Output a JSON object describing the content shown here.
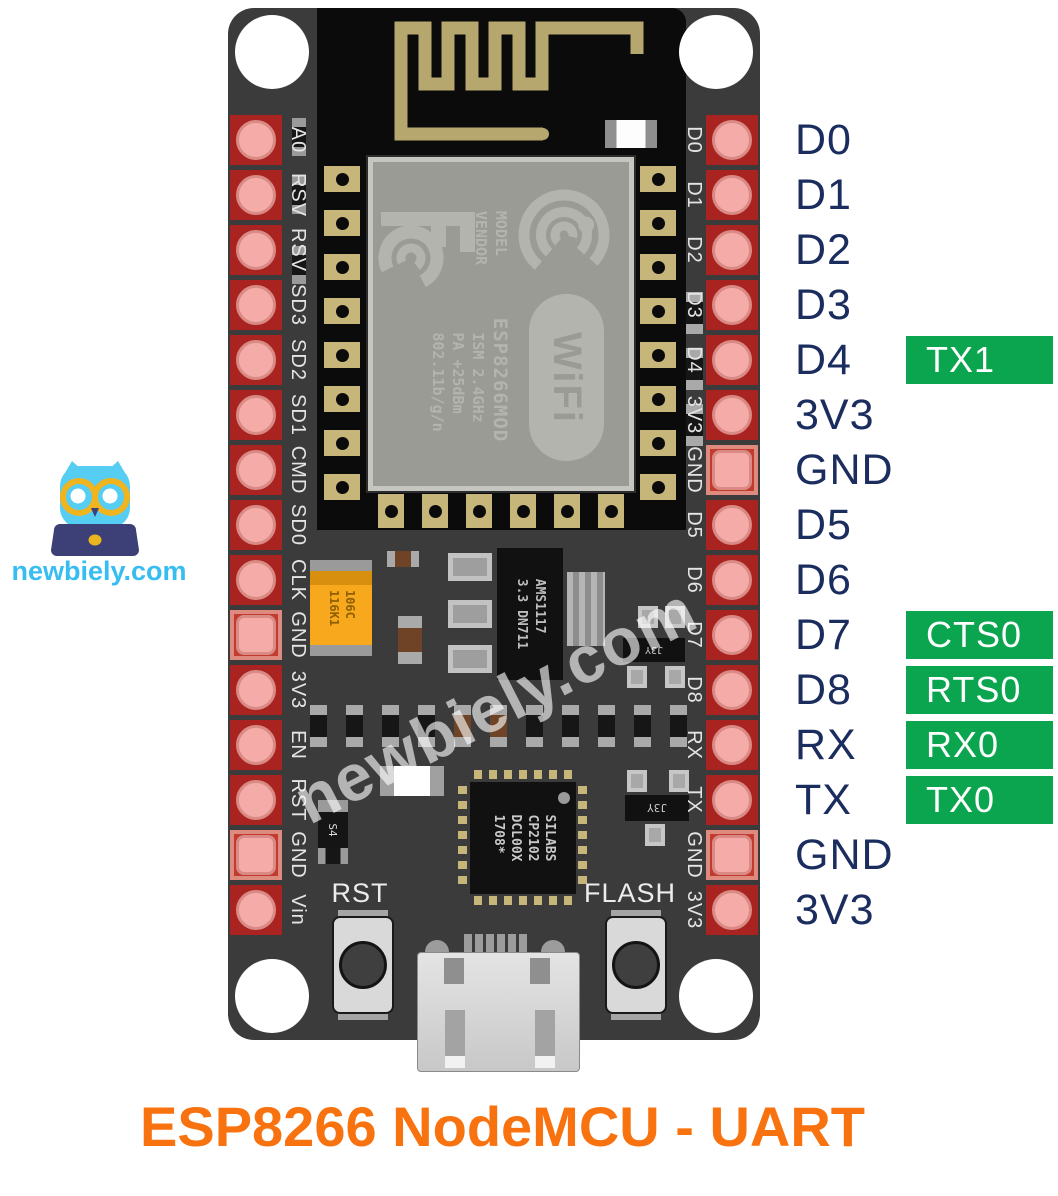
{
  "logo": {
    "text": "newbiely.com"
  },
  "title": {
    "text": "ESP8266 NodeMCU - UART"
  },
  "watermark": "newbiely.com",
  "colors": {
    "badge_green": "#0aa54e",
    "pin_label_navy": "#1a2d5e",
    "board_gray": "#3b3b3c",
    "antenna_gold": "#b5a76e",
    "title_orange": "#f87310",
    "logo_cyan": "#38bdf0",
    "pad_red": "#a92420",
    "pad_pink": "#f5aba8"
  },
  "board": {
    "left_pins": [
      "A0",
      "RSV",
      "RSV",
      "SD3",
      "SD2",
      "SD1",
      "CMD",
      "SD0",
      "CLK",
      "GND",
      "3V3",
      "EN",
      "RST",
      "GND",
      "Vin"
    ],
    "right_pins": [
      "D0",
      "D1",
      "D2",
      "D3",
      "D4",
      "3V3",
      "GND",
      "D5",
      "D6",
      "D7",
      "D8",
      "RX",
      "TX",
      "GND",
      "3V3"
    ],
    "buttons": {
      "reset": "RST",
      "flash": "FLASH"
    },
    "module": {
      "fcc_mark": "FC",
      "model_vendor": "MODEL\nVENDOR",
      "chip": "ESP8266MOD",
      "specs": "ISM 2.4GHz\nPA +25dBm\n802.11b/g/n",
      "wifi": "WiFi"
    },
    "components": {
      "regulator": "AMS1117\n3.3  DN711",
      "usb_chip": "SILABS\nCP2102\nDCL00X\n1708*",
      "capacitor": "106C\n116K1",
      "transistor": "J3Y",
      "diode": "S4"
    }
  },
  "pinout": {
    "rows": [
      {
        "pin": "D0"
      },
      {
        "pin": "D1"
      },
      {
        "pin": "D2"
      },
      {
        "pin": "D3"
      },
      {
        "pin": "D4",
        "badge": "TX1"
      },
      {
        "pin": "3V3"
      },
      {
        "pin": "GND"
      },
      {
        "pin": "D5"
      },
      {
        "pin": "D6"
      },
      {
        "pin": "D7",
        "badge": "CTS0"
      },
      {
        "pin": "D8",
        "badge": "RTS0"
      },
      {
        "pin": "RX",
        "badge": "RX0"
      },
      {
        "pin": "TX",
        "badge": "TX0"
      },
      {
        "pin": "GND"
      },
      {
        "pin": "3V3"
      }
    ]
  }
}
